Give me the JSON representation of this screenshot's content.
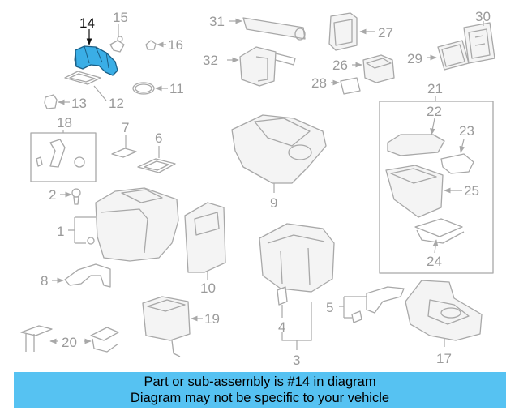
{
  "diagram": {
    "highlighted_part": "14",
    "callouts": [
      "1",
      "2",
      "3",
      "4",
      "5",
      "6",
      "7",
      "8",
      "9",
      "10",
      "11",
      "12",
      "13",
      "14",
      "15",
      "16",
      "17",
      "18",
      "19",
      "20",
      "21",
      "22",
      "23",
      "24",
      "25",
      "26",
      "27",
      "28",
      "29",
      "30",
      "31",
      "32"
    ],
    "highlight_color": "#3aaee6"
  },
  "banner": {
    "line1": "Part or sub-assembly is #14 in diagram",
    "line2": "Diagram may not be specific to your vehicle",
    "background": "#56c2f2"
  }
}
